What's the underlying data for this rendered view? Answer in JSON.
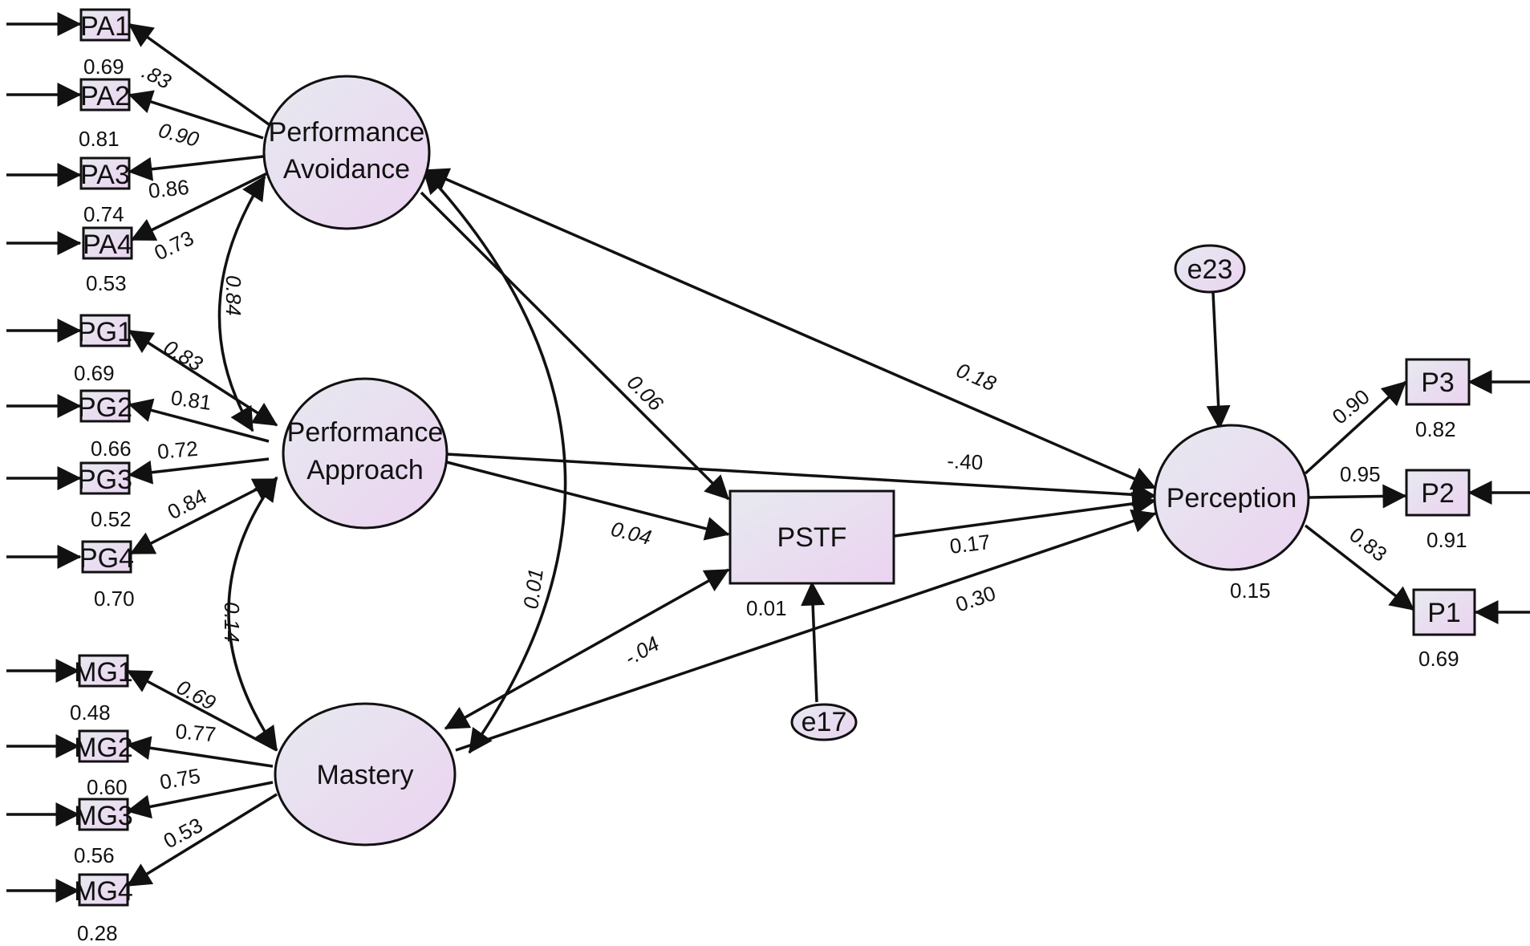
{
  "latents": {
    "performance_avoidance": [
      "Performance",
      "Avoidance"
    ],
    "performance_approach": [
      "Performance",
      "Approach"
    ],
    "mastery": [
      "Mastery"
    ],
    "perception": [
      "Perception"
    ]
  },
  "pstf": {
    "label": "PSTF",
    "r2": "0.01"
  },
  "errors": {
    "e23": "e23",
    "e17": "e17"
  },
  "perception_r2": "0.15",
  "indicators": {
    "PA1": {
      "label": "PA1",
      "loading": ".83",
      "r2": "0.69"
    },
    "PA2": {
      "label": "PA2",
      "loading": "0.90",
      "r2": "0.81"
    },
    "PA3": {
      "label": "PA3",
      "loading": "0.86",
      "r2": "0.74"
    },
    "PA4": {
      "label": "PA4",
      "loading": "0.73",
      "r2": "0.53"
    },
    "PG1": {
      "label": "PG1",
      "loading": "0.83",
      "r2": "0.69"
    },
    "PG2": {
      "label": "PG2",
      "loading": "0.81",
      "r2": "0.66"
    },
    "PG3": {
      "label": "PG3",
      "loading": "0.72",
      "r2": "0.52"
    },
    "PG4": {
      "label": "PG4",
      "loading": "0.84",
      "r2": "0.70"
    },
    "MG1": {
      "label": "MG1",
      "loading": "0.69",
      "r2": "0.48"
    },
    "MG2": {
      "label": "MG2",
      "loading": "0.77",
      "r2": "0.60"
    },
    "MG3": {
      "label": "MG3",
      "loading": "0.75",
      "r2": "0.56"
    },
    "MG4": {
      "label": "MG4",
      "loading": "0.53",
      "r2": "0.28"
    },
    "P3": {
      "label": "P3",
      "loading": "0.90",
      "r2": "0.82"
    },
    "P2": {
      "label": "P2",
      "loading": "0.95",
      "r2": "0.91"
    },
    "P1": {
      "label": "P1",
      "loading": "0.83",
      "r2": "0.69"
    }
  },
  "covariances": {
    "pa_pg": "0.84",
    "pg_mg": "0.14",
    "pa_mg": "0.01"
  },
  "paths": {
    "pa_pstf": "0.06",
    "pa_perception": "0.18",
    "pg_perception": "-.40",
    "pg_pstf": "0.04",
    "pstf_perception": "0.17",
    "mg_pstf": "-.04",
    "mg_perception": "0.30"
  },
  "colors": {
    "fill_start": "#e6e8f0",
    "fill_end": "#ecd6f2",
    "line": "#111111"
  }
}
